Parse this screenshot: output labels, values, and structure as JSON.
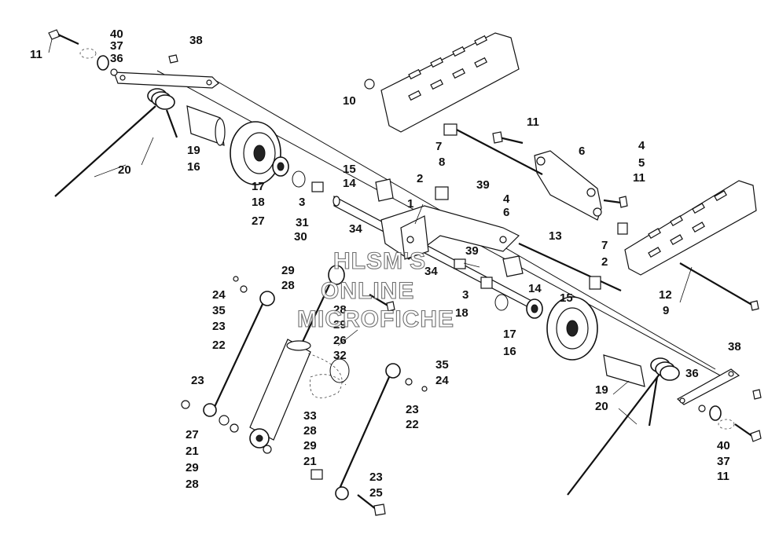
{
  "diagram": {
    "callouts": [
      "1",
      "2",
      "3",
      "4",
      "5",
      "6",
      "7",
      "8",
      "9",
      "10",
      "11",
      "12",
      "13",
      "14",
      "15",
      "16",
      "17",
      "18",
      "19",
      "20",
      "21",
      "22",
      "23",
      "24",
      "25",
      "26",
      "27",
      "28",
      "29",
      "30",
      "31",
      "32",
      "33",
      "34",
      "35",
      "36",
      "37",
      "38",
      "39",
      "40"
    ],
    "watermark": [
      "HLSM'S",
      "ONLINE",
      "MICROFICHE"
    ]
  }
}
